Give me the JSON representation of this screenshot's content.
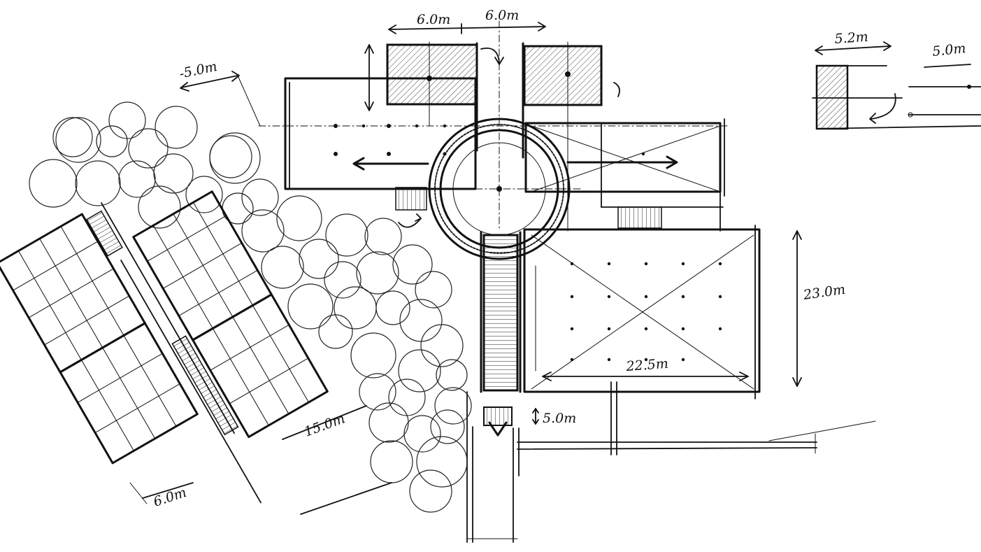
{
  "labels": {
    "dim_a": "6.0m",
    "dim_b": "6.0m",
    "dim_c": "-5.0m",
    "dim_d": "5.2m",
    "dim_e": "5.0m",
    "dim_f": "23.0m",
    "dim_g": "22.5m",
    "dim_h": "15.0m",
    "dim_i": "5.0m",
    "dim_j": "6.0m"
  }
}
